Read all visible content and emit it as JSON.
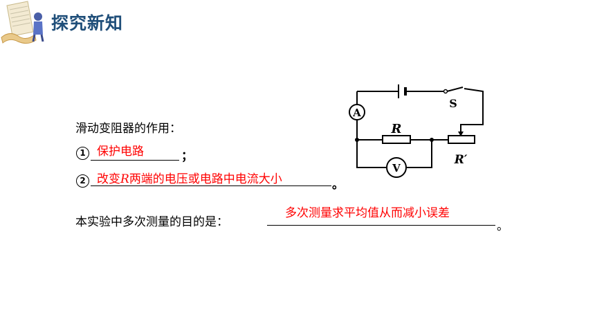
{
  "header": {
    "title": "探究新知"
  },
  "content": {
    "question_label": "滑动变阻器的作用：",
    "item1_marker": "1",
    "item1_answer": "保护电路",
    "item1_tail": "；",
    "item2_marker": "2",
    "item2_answer_before": "改变",
    "item2_answer_var": "R",
    "item2_answer_after": "两端的电压或电路中电流大小",
    "item2_tail": "。",
    "purpose_label": "本实验中多次测量的目的是：",
    "purpose_answer": "多次测量求平均值从而减小误差",
    "purpose_tail": "。"
  },
  "circuit": {
    "ammeter": "A",
    "voltmeter": "V",
    "switch": "S",
    "resistor": "R",
    "rheostat": "R′"
  }
}
